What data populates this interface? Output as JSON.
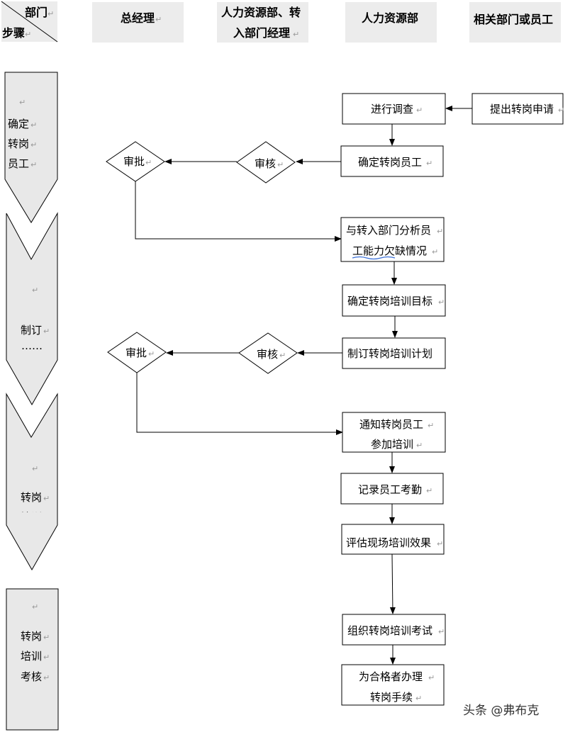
{
  "header": {
    "corner_top": "部门",
    "corner_bottom": "步骤",
    "columns": [
      "总经理",
      "人力资源部、转入部门经理",
      "人力资源部",
      "相关部门或员工"
    ],
    "column_hr_dept_line1": "人力资源部、转",
    "column_hr_dept_line2": "入部门经理"
  },
  "phases": [
    {
      "lines": [
        "确定",
        "转岗",
        "员工"
      ]
    },
    {
      "lines": [
        "制订",
        "……"
      ]
    },
    {
      "lines": [
        "转岗",
        "培训"
      ]
    },
    {
      "lines": [
        "转岗",
        "培训",
        "考核"
      ]
    }
  ],
  "nodes": {
    "apply": "提出转岗申请",
    "investigate": "进行调查",
    "confirm_employee": "确定转岗员工",
    "review_1": "审核",
    "approve_1": "审批",
    "analyze_line1": "与转入部门分析员",
    "analyze_line2": "工能力欠缺情况",
    "confirm_goal": "确定转岗培训目标",
    "make_plan": "制订转岗培训计划",
    "review_2": "审核",
    "approve_2": "审批",
    "notify_line1": "通知转岗员工",
    "notify_line2": "参加培训",
    "attendance": "记录员工考勤",
    "evaluate": "评估现场培训效果",
    "exam": "组织转岗培训考试",
    "handle_line1": "为合格者办理",
    "handle_line2": "转岗手续"
  },
  "return_mark": "↵",
  "watermark": "头条 @弗布克",
  "colors": {
    "header_bg": "#ececec",
    "phase_fill": "#e8e8e8",
    "line": "#000000",
    "underline": "#3a6fd8"
  }
}
